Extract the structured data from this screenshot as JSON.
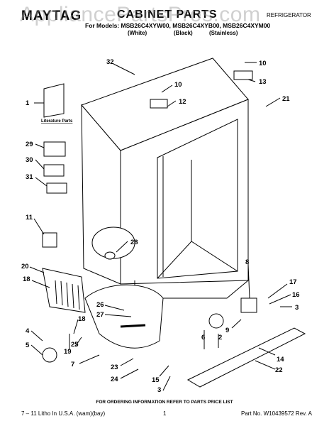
{
  "header": {
    "brand": "MAYTAG",
    "title": "CABINET PARTS",
    "category": "REFRIGERATOR",
    "models": "For Models: MSB26C4XYW00, MSB26C4XYB00, MSB26C4XYM00",
    "variants": [
      "(White)",
      "(Black)",
      "(Stainless)"
    ]
  },
  "watermark": "AppliancePartsPros.com",
  "literature_label": "Literature Parts",
  "callouts": [
    "32",
    "10",
    "13",
    "10",
    "12",
    "21",
    "1",
    "29",
    "30",
    "31",
    "11",
    "28",
    "20",
    "18",
    "8",
    "17",
    "16",
    "3",
    "26",
    "27",
    "9",
    "4",
    "18",
    "5",
    "19",
    "25",
    "7",
    "6",
    "2",
    "23",
    "24",
    "15",
    "3",
    "14",
    "22"
  ],
  "footer": {
    "order_note": "FOR ORDERING INFORMATION REFER TO PARTS PRICE LIST",
    "left": "7 – 11 Litho In U.S.A. (wam)(bay)",
    "page": "1",
    "right": "Part No. W10439572 Rev. A"
  }
}
